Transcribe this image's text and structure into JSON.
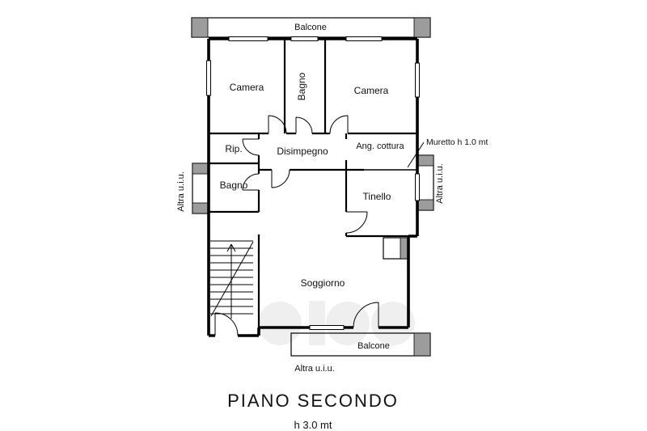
{
  "plan": {
    "rooms": {
      "balcone_top": "Balcone",
      "camera_left": "Camera",
      "bagno_top": "Bagno",
      "camera_right": "Camera",
      "rip": "Rip.",
      "disimpegno": "Disimpegno",
      "ang_cottura": "Ang. cottura",
      "bagno_mid": "Bagno",
      "tinello": "Tinello",
      "soggiorno": "Soggiorno",
      "balcone_bottom": "Balcone"
    },
    "annotations": {
      "muretto": "Muretto h 1.0 mt",
      "altra_uiu_left": "Altra u.i.u.",
      "altra_uiu_right": "Altra u.i.u.",
      "altra_uiu_bottom": "Altra u.i.u."
    },
    "footer": {
      "title": "PIANO SECONDO",
      "height_note": "h 3.0 mt"
    },
    "colors": {
      "line": "#000000",
      "wall_gray": "#9c9c9c",
      "background": "#ffffff"
    }
  }
}
